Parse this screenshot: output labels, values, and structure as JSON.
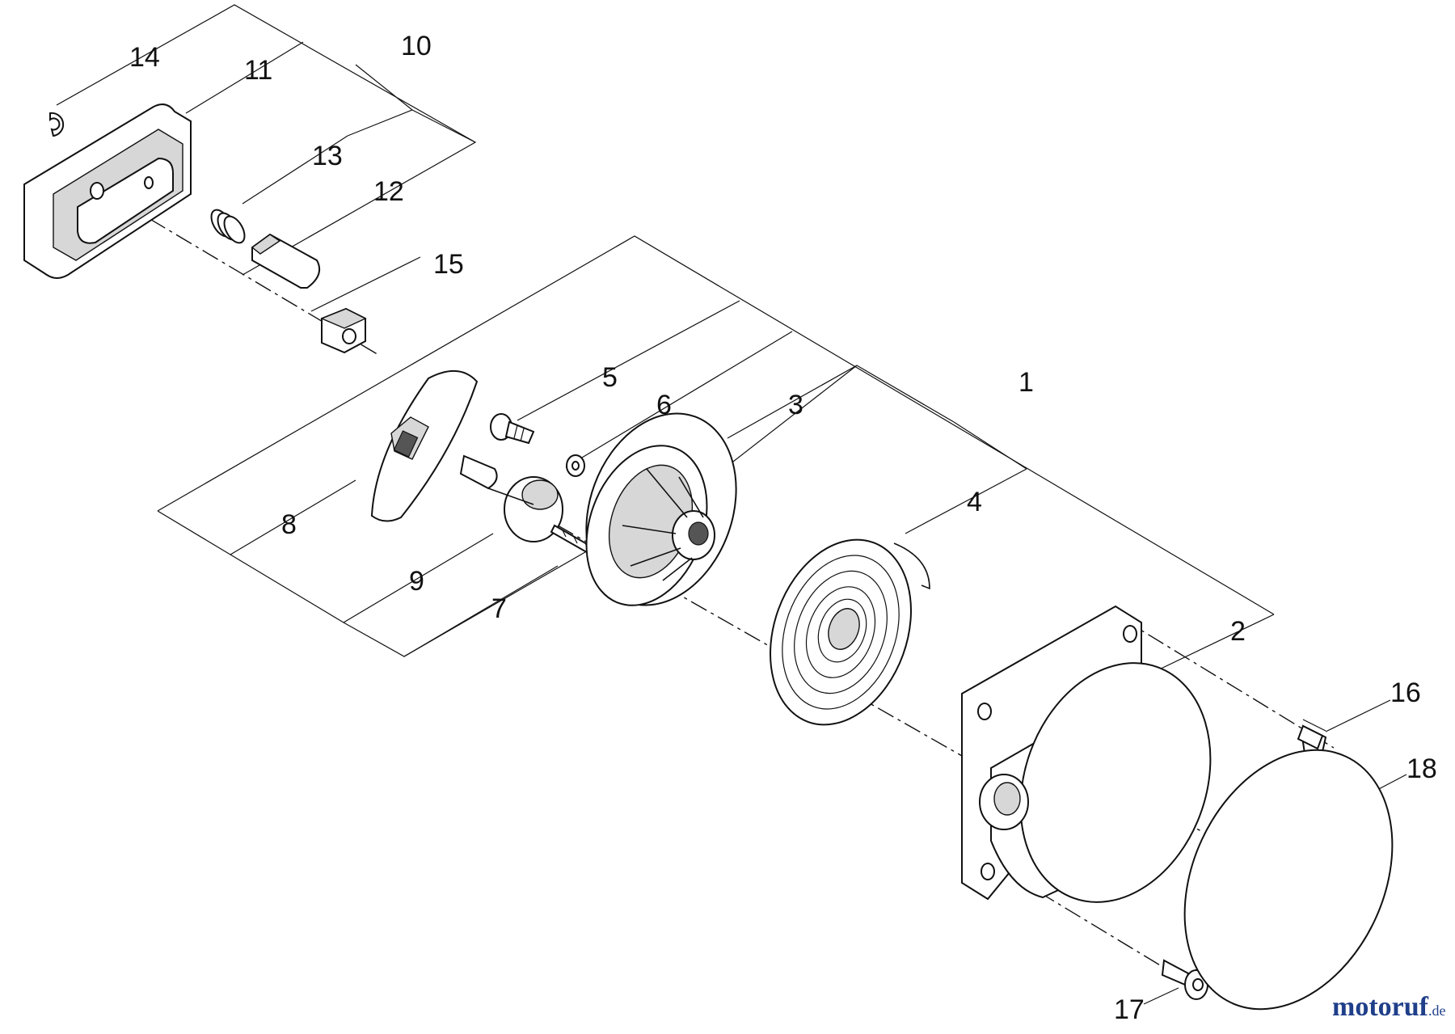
{
  "diagram": {
    "callouts": {
      "1": "1",
      "2": "2",
      "3": "3",
      "4": "4",
      "5": "5",
      "6": "6",
      "7": "7",
      "8": "8",
      "9": "9",
      "10": "10",
      "11": "11",
      "12": "12",
      "13": "13",
      "14": "14",
      "15": "15",
      "16": "16",
      "17": "17",
      "18": "18"
    }
  },
  "watermark": {
    "main": "motoruf",
    "suffix": ".de"
  },
  "colors": {
    "line": "#111111",
    "shade": "#d7d7d7",
    "logo_main": "#1f3f8a",
    "logo_accent": "#c8a21a"
  }
}
